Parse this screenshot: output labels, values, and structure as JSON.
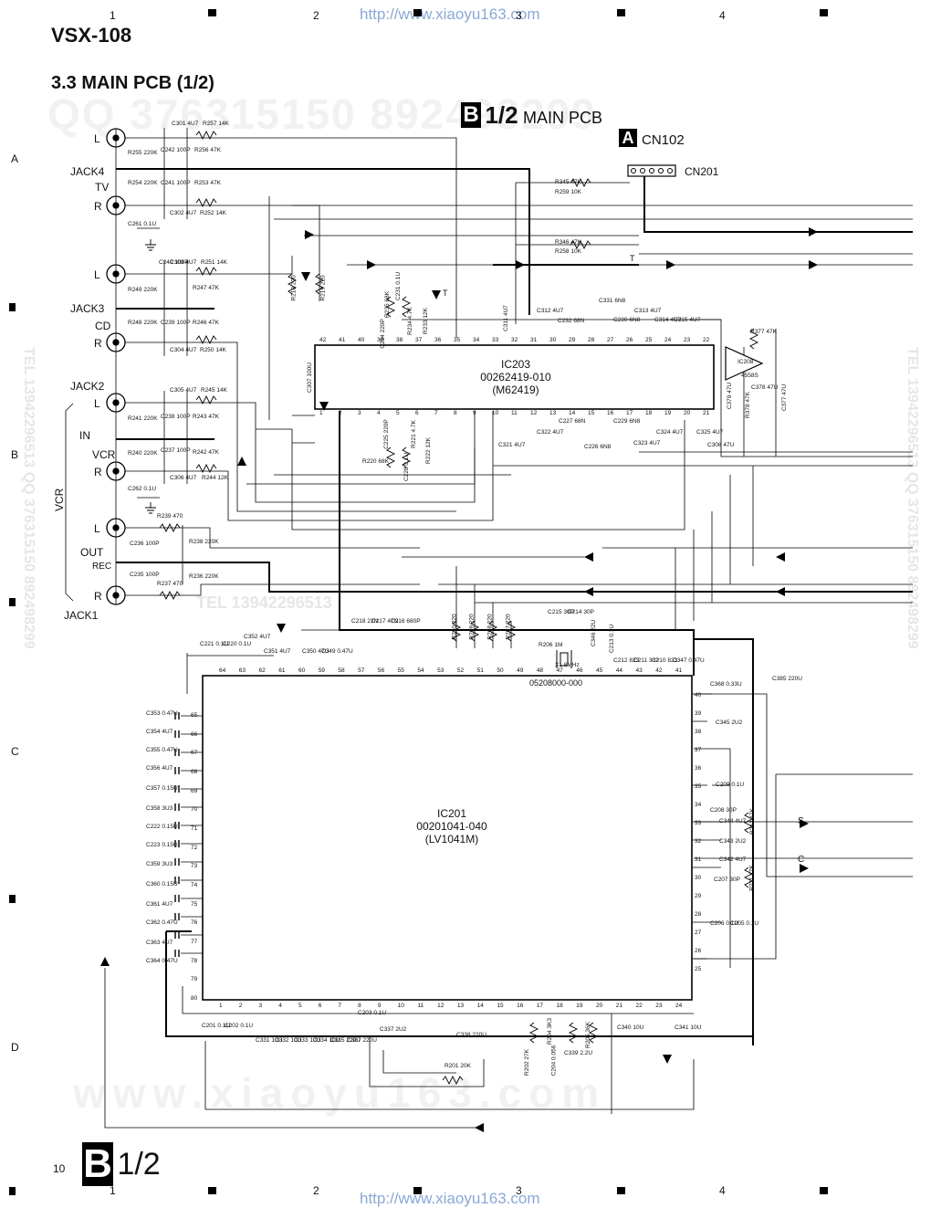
{
  "header": {
    "model": "VSX-108",
    "section_title": "3.3 MAIN PCB (1/2)",
    "url_top": "http://www.xiaoyu163.com",
    "url_bottom": "http://www.xiaoyu163.com",
    "column_markers": [
      "1",
      "2",
      "3",
      "4"
    ],
    "row_markers": [
      "A",
      "B",
      "C",
      "D"
    ]
  },
  "board": {
    "badge_letter": "B",
    "badge_fraction": "1/2",
    "label": "MAIN PCB",
    "connector_badge": "A",
    "connector_a": "CN102",
    "connector_b": "CN201"
  },
  "jacks": {
    "jack4": "JACK4",
    "tv": "TV",
    "jack3": "JACK3",
    "cd": "CD",
    "jack2": "JACK2",
    "in": "IN",
    "vcr": "VCR",
    "vcr_side": "VCR",
    "out": "OUT",
    "rec": "REC",
    "jack1": "JACK1",
    "left": "L",
    "right": "R"
  },
  "ics": {
    "ic203": {
      "name": "IC203",
      "part": "00262419-010",
      "type": "(M62419)"
    },
    "ic208": {
      "name": "IC208",
      "type": "4558S"
    },
    "ic201": {
      "name": "IC201",
      "part": "00201041-040",
      "type": "(LV1041M)"
    },
    "crystal": "05208000-000"
  },
  "signals": {
    "s": "S",
    "c": "C",
    "t1": "T",
    "t2": "T"
  },
  "parts": {
    "c301": "C301 4U7",
    "r257": "R257 14K",
    "r255": "R255 220K",
    "c242": "C242 100P",
    "r256": "R256 47K",
    "r254": "R254 220K",
    "c241": "C241 100P",
    "r253": "R253 47K",
    "c302": "C302 4U7",
    "r252": "R252 14K",
    "c261": "C261 0.1U",
    "c240": "C240 100P",
    "c303": "C303 4U7",
    "r251": "R251 14K",
    "r249": "R249 220K",
    "r247": "R247 47K",
    "r248": "R248 220K",
    "c239": "C239 100P",
    "r246": "R246 47K",
    "c304": "C304 4U7",
    "r250": "R250 14K",
    "c305": "C305 4U7",
    "r245": "R245 14K",
    "r241": "R241 220K",
    "c238": "C238 100P",
    "r243": "R243 47K",
    "r240": "R240 220K",
    "c237": "C237 100P",
    "r242": "R242 47K",
    "c306": "C306 4U7",
    "r244": "R244 12K",
    "c262": "C262 0.1U",
    "r239": "R239 470",
    "c236": "C236 100P",
    "r238": "R238 220K",
    "c235": "C235 100P",
    "r237": "R237 470",
    "r236": "R236 220K",
    "r345": "R345 47K",
    "r259": "R259 10K",
    "r346": "R346 47K",
    "r258": "R258 10K",
    "r218": "R218 220",
    "r219": "R219 220",
    "c307": "C307 100U",
    "r235": "R235 68K",
    "c234": "C234 220P",
    "r234": "R234 4.7K",
    "c231": "C231 0.1U",
    "r233": "R233 12K",
    "c311": "C311 4U7",
    "c312": "C312 4U7",
    "c232": "C232 68N",
    "c331": "C331 6N8",
    "c230": "C230 6N8",
    "c313": "C313 4U7",
    "c314": "C314 4U7",
    "c315": "C315 4U7",
    "r377": "R377 47K",
    "c378": "C378 47U",
    "c379": "C379 47U",
    "c377": "C377 47U",
    "r378": "R378 47K",
    "r220": "R220 68K",
    "c225": "C225 220P",
    "r221": "R221 4.7K",
    "c228": "C228 0.1U",
    "r222": "R222 12K",
    "c321": "C321 4U7",
    "c322": "C322 4U7",
    "c227": "C227 68N",
    "c226": "C226 6N8",
    "c229": "C229 6N8",
    "c323": "C323 4U7",
    "c324": "C324 4U7",
    "c325": "C325 4U7",
    "c308": "C308 47U",
    "c221": "C221 0.1U",
    "c220": "C220 0.1U",
    "c352": "C352 4U7",
    "c351": "C351 4U7",
    "c350": "C350 47U",
    "c349": "C349 0.47U",
    "c218": "C218 22N",
    "c217": "C217 47N",
    "c216": "C216 680P",
    "r210": "R210 220",
    "r209": "R209 220",
    "r208": "R208 220",
    "r207": "R207 220",
    "c215": "C215 30P",
    "c214": "C214 30P",
    "r206": "R206 1M",
    "x1": "X1 8MHz",
    "c346": "C346 22U",
    "c213": "C213 0.1U",
    "c212": "C212 823",
    "c211": "C211 332",
    "c210": "C210 823",
    "c347": "C347 0.47U",
    "c385": "C385 220U",
    "c368": "C368 0.33U",
    "c345": "C345 2U2",
    "c209": "C209 0.1U",
    "c208": "C208 30P",
    "c344": "C344 4U7",
    "r212": "R212 47K",
    "c343": "C343 2U2",
    "c342": "C342 4U7",
    "c207": "C207 30P",
    "r211": "R211 47K",
    "c206": "C206 0.1U",
    "c205": "C205 0.1U",
    "c353": "C353 0.47U",
    "c354": "C354 4U7",
    "c355": "C355 0.47U",
    "c356": "C356 4U7",
    "c357": "C357 0.15U",
    "c358": "C358 3U3",
    "c222": "C222 0.15U",
    "c223": "C223 0.15U",
    "c359": "C359 3U3",
    "c360": "C360 0.15U",
    "c361": "C361 4U7",
    "c362": "C362 0.47U",
    "c363": "C363 4U7",
    "c364": "C364 0.47U",
    "c201": "C201 0.1U",
    "c202": "C202 0.1U",
    "c331b": "C331 10U",
    "c332": "C332 10U",
    "c333": "C333 10U",
    "c334": "C334 10U",
    "c335": "C335 220U",
    "c203": "C203 0.1U",
    "c387": "C387 220U",
    "c337": "C337 2U2",
    "c338": "C338 220U",
    "r201": "R201 20K",
    "r202": "R202 27K",
    "c204": "C204 0.056",
    "r204": "R204 3K3",
    "r205": "R205 36K",
    "c339": "C339 2.2U",
    "c340": "C340 10U",
    "c341": "C341 10U"
  },
  "pins": {
    "ic201_left": [
      "65",
      "66",
      "67",
      "68",
      "69",
      "70",
      "71",
      "72",
      "73",
      "74",
      "75",
      "76",
      "77",
      "78",
      "79",
      "80"
    ],
    "ic201_right": [
      "40",
      "39",
      "38",
      "37",
      "36",
      "35",
      "34",
      "33",
      "32",
      "31",
      "30",
      "29",
      "28",
      "27",
      "26",
      "25"
    ],
    "ic201_top": [
      "64",
      "63",
      "62",
      "61",
      "60",
      "59",
      "58",
      "57",
      "56",
      "55",
      "54",
      "53",
      "52",
      "51",
      "50",
      "49",
      "48",
      "47",
      "46",
      "45",
      "44",
      "43",
      "42",
      "41"
    ],
    "ic201_bottom": [
      "1",
      "2",
      "3",
      "4",
      "5",
      "6",
      "7",
      "8",
      "9",
      "10",
      "11",
      "12",
      "13",
      "14",
      "15",
      "16",
      "17",
      "18",
      "19",
      "20",
      "21",
      "22",
      "23",
      "24"
    ],
    "ic203_top": [
      "42",
      "41",
      "40",
      "39",
      "38",
      "37",
      "36",
      "35",
      "34",
      "33",
      "32",
      "31",
      "30",
      "29",
      "28",
      "27",
      "26",
      "25",
      "24",
      "23",
      "22"
    ],
    "ic203_bottom": [
      "1",
      "2",
      "3",
      "4",
      "5",
      "6",
      "7",
      "8",
      "9",
      "10",
      "11",
      "12",
      "13",
      "14",
      "15",
      "16",
      "17",
      "18",
      "19",
      "20",
      "21"
    ]
  },
  "footer": {
    "page_number": "10",
    "badge_letter": "B",
    "badge_fraction": "1/2"
  },
  "watermarks": [
    "QQ 376315150   892498299",
    "www.xiaoyu163.com",
    "TEL 13942296513",
    "TEL 13942296513  QQ 376315150  892498299"
  ]
}
